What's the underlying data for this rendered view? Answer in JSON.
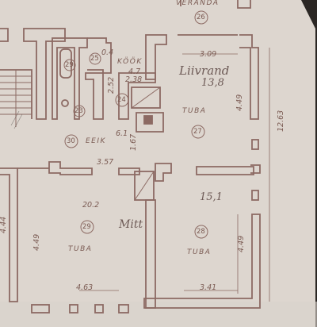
{
  "rooms": {
    "veranda": "VERANDA",
    "kook": "KÖÖK",
    "tuba_27": "TUBA",
    "eeik": "EEIK",
    "tuba_29": "TUBA",
    "tuba_28": "TUBA"
  },
  "room_numbers": {
    "n26": "26",
    "n25": "25",
    "n24": "24",
    "n23": "23",
    "n27": "27",
    "n29_small": "29",
    "n30": "30",
    "n29": "29",
    "n28": "28"
  },
  "dimensions": {
    "d309": "3.09",
    "d04": "0.4",
    "d47": "4.7",
    "d238": "2.38",
    "d252": "2.52",
    "d449_right": "4.49",
    "d1263": "12.63",
    "d61": "6.1",
    "d167": "1.67",
    "d357": "3.57",
    "d202": "20.2",
    "d444": "4.44",
    "d449_left": "4.49",
    "d449_lower": "4.49",
    "d463": "4.63",
    "d341": "3.41"
  },
  "handwriting": {
    "elutuba_name": "Liivrand",
    "elutuba_area": "13,8",
    "area_151": "15,1",
    "mitt": "Mitt"
  },
  "colors": {
    "paper": "#ddd6cf",
    "wall_line": "#8c6a63",
    "pencil": "#5c5552",
    "background": "#2b2724"
  }
}
